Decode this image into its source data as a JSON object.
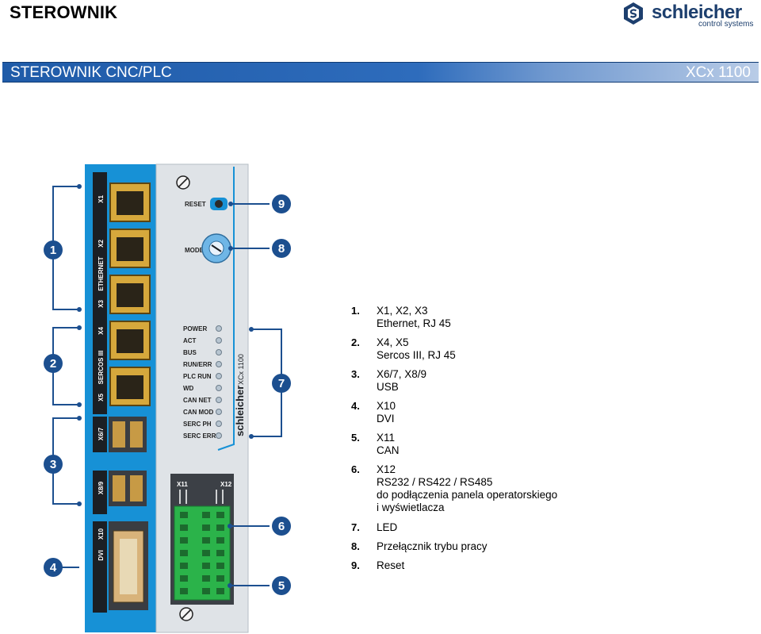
{
  "header": {
    "title": "STEROWNIK",
    "brand_name": "schleicher",
    "brand_tagline": "control systems"
  },
  "banner": {
    "left": "STEROWNIK CNC/PLC",
    "right": "XCx 1100"
  },
  "device": {
    "port_labels": [
      "X1",
      "X2",
      "ETHERNET",
      "X3",
      "X4",
      "SERCOS III",
      "X5",
      "X6/7",
      "X8/9",
      "X10",
      "DVI"
    ],
    "reset_label": "RESET",
    "mode_label": "MODE",
    "led_labels": [
      "POWER",
      "ACT",
      "BUS",
      "RUN/ERR",
      "PLC RUN",
      "WD",
      "CAN NET",
      "CAN MOD",
      "SERC PH",
      "SERC ERR"
    ],
    "brand_vertical": "schleicher",
    "model_vertical": "XCx 1100",
    "terminal_labels": [
      "X11",
      "X12"
    ],
    "callouts": [
      "1",
      "2",
      "3",
      "4",
      "5",
      "6",
      "7",
      "8",
      "9"
    ]
  },
  "legend": [
    {
      "num": "1.",
      "lines": [
        "X1, X2, X3",
        "Ethernet, RJ 45"
      ]
    },
    {
      "num": "2.",
      "lines": [
        "X4, X5",
        "Sercos III, RJ 45"
      ]
    },
    {
      "num": "3.",
      "lines": [
        "X6/7, X8/9",
        "USB"
      ]
    },
    {
      "num": "4.",
      "lines": [
        "X10",
        "DVI"
      ]
    },
    {
      "num": "5.",
      "lines": [
        "X11",
        "CAN"
      ]
    },
    {
      "num": "6.",
      "lines": [
        "X12",
        "RS232 / RS422 / RS485",
        "do podłączenia panela operatorskiego",
        "i wyświetlacza"
      ]
    },
    {
      "num": "7.",
      "lines": [
        "LED"
      ]
    },
    {
      "num": "8.",
      "lines": [
        "Przełącznik trybu pracy"
      ]
    },
    {
      "num": "9.",
      "lines": [
        "Reset"
      ]
    }
  ],
  "colors": {
    "accent_blue": "#1f5ba8",
    "device_blue": "#1791d6",
    "callout_blue": "#1c4f8f",
    "terminal_green": "#2bb34a"
  }
}
